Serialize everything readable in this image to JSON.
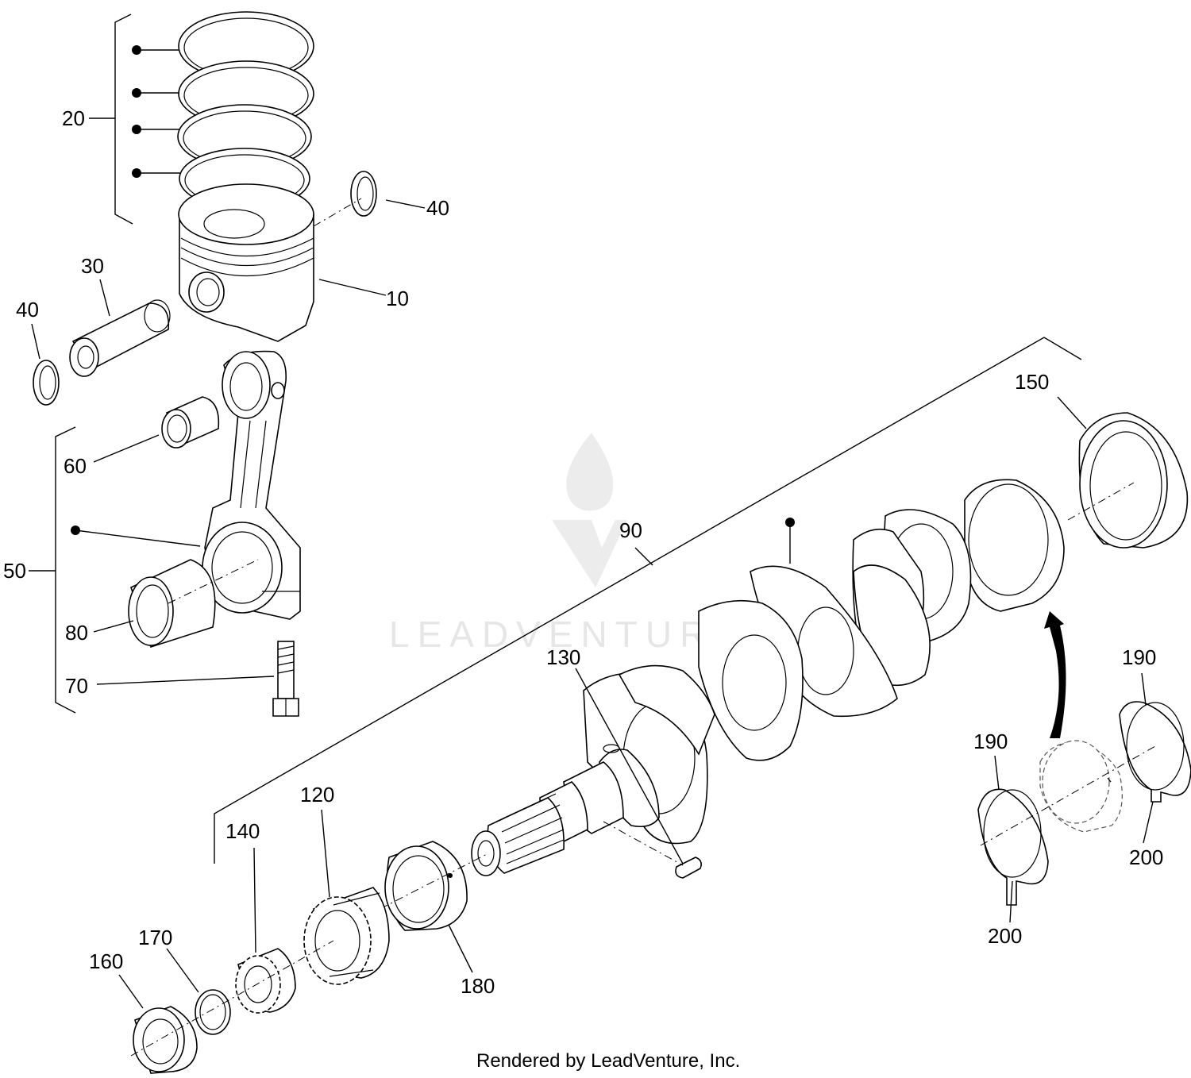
{
  "watermark": {
    "text": "LEADVENTURE"
  },
  "footer": {
    "text": "Rendered by LeadVenture, Inc."
  },
  "callouts": {
    "c10": "10",
    "c20": "20",
    "c30": "30",
    "c40a": "40",
    "c40b": "40",
    "c50": "50",
    "c60": "60",
    "c70": "70",
    "c80": "80",
    "c90": "90",
    "c120": "120",
    "c130": "130",
    "c140": "140",
    "c150": "150",
    "c160": "160",
    "c170": "170",
    "c180": "180",
    "c190a": "190",
    "c190b": "190",
    "c200a": "200",
    "c200b": "200"
  }
}
